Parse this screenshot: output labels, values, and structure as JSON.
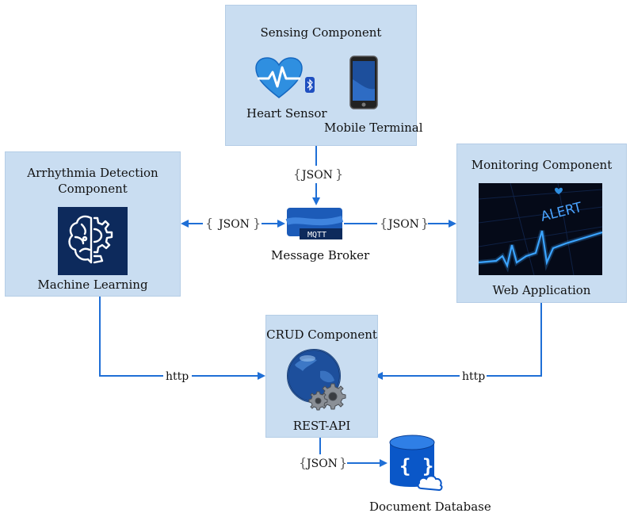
{
  "sensing": {
    "title": "Sensing Component",
    "heart_label": "Heart Sensor",
    "mobile_label": "Mobile Terminal"
  },
  "arrhythmia": {
    "title_line1": "Arrhythmia Detection",
    "title_line2": "Component",
    "ml_label": "Machine Learning"
  },
  "monitoring": {
    "title": "Monitoring Component",
    "alert_text": "ALERT",
    "web_label": "Web Application"
  },
  "broker": {
    "logo_text": "MQTT",
    "label": "Message Broker"
  },
  "crud": {
    "title": "CRUD Component",
    "api_label": "REST-API"
  },
  "database": {
    "label": "Document Database"
  },
  "connections": {
    "json": "JSON",
    "open_brace": "{",
    "close_brace": "}",
    "http": "http"
  },
  "colors": {
    "box_fill": "#c9ddf1",
    "arrow": "#1f6fd6",
    "icon_dark": "#0d2a5c"
  }
}
